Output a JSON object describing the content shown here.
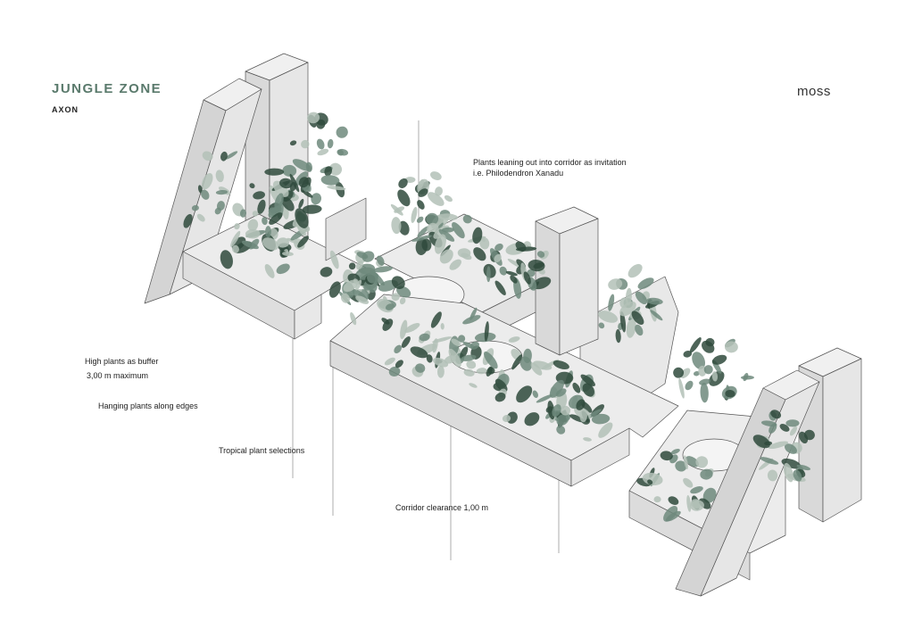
{
  "header": {
    "title": "JUNGLE ZONE",
    "subtitle": "AXON",
    "logo": "moss"
  },
  "annotations": {
    "plants_leaning_1": "Plants leaning out into corridor as invitation",
    "plants_leaning_2": "i.e. Philodendron Xanadu",
    "high_plants": "High plants as buffer",
    "max_height": "3,00 m maximum",
    "hanging": "Hanging plants along edges",
    "tropical": "Tropical plant selections",
    "corridor": "Corridor clearance 1,00 m"
  },
  "colors": {
    "accent": "#5a7a6c",
    "concrete": "#e4e4e4",
    "plant_dark": "#2f4a3c",
    "plant_mid": "#6f8a7c",
    "plant_light": "#b3c1b7"
  }
}
